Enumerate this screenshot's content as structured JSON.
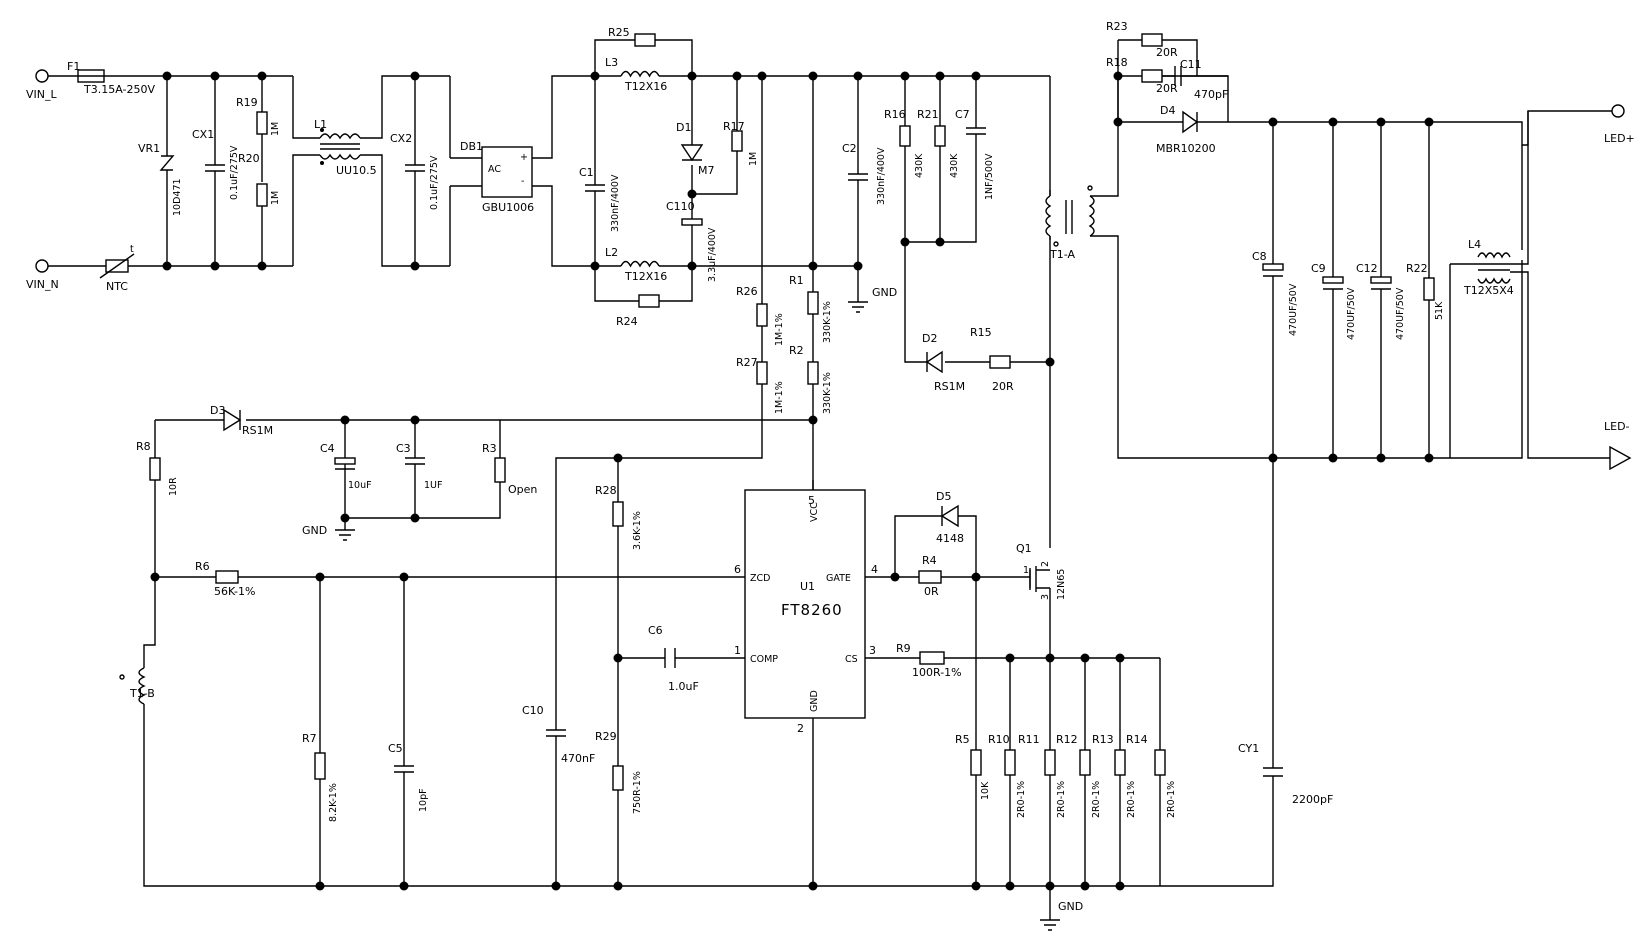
{
  "ports": {
    "vin_l": "VIN_L",
    "vin_n": "VIN_N",
    "led_plus": "LED+",
    "led_minus": "LED-"
  },
  "refs": {
    "F1": "F1",
    "VR1": "VR1",
    "CX1": "CX1",
    "R19": "R19",
    "R20": "R20",
    "L1": "L1",
    "CX2": "CX2",
    "DB1": "DB1",
    "R25": "R25",
    "L3": "L3",
    "C1": "C1",
    "D1": "D1",
    "R17": "R17",
    "C110": "C110",
    "L2": "L2",
    "R24": "R24",
    "C2": "C2",
    "R16": "R16",
    "R21": "R21",
    "C7": "C7",
    "R26": "R26",
    "R27": "R27",
    "R1": "R1",
    "R2": "R2",
    "D2": "D2",
    "R15": "R15",
    "T1A": "T1-A",
    "T1B": "T1-B",
    "R23": "R23",
    "R18": "R18",
    "C11": "C11",
    "D4": "D4",
    "C8": "C8",
    "C9": "C9",
    "C12": "C12",
    "R22": "R22",
    "L4": "L4",
    "CY1": "CY1",
    "D3": "D3",
    "R8": "R8",
    "C4": "C4",
    "C3": "C3",
    "R3": "R3",
    "R28": "R28",
    "R6": "R6",
    "C6": "C6",
    "C10": "C10",
    "R29": "R29",
    "R7": "R7",
    "C5": "C5",
    "U1": "U1",
    "D5": "D5",
    "R4": "R4",
    "Q1": "Q1",
    "R9": "R9",
    "R5": "R5",
    "R10": "R10",
    "R11": "R11",
    "R12": "R12",
    "R13": "R13",
    "R14": "R14"
  },
  "values": {
    "F1": "T3.15A-250V",
    "VR1": "10D471",
    "CX1": "0.1uF/275V",
    "R19": "1M",
    "R20": "1M",
    "NTC": "NTC",
    "L1": "UU10.5",
    "CX2": "0.1uF/275V",
    "DB1": "GBU1006",
    "DB1_ac": "AC",
    "DB1_plus": "+",
    "DB1_minus": "-",
    "L3": "T12X16",
    "C1": "330nF/400V",
    "D1": "M7",
    "R17": "1M",
    "C110": "3.3uF/400V",
    "L2": "T12X16",
    "C2": "330nF/400V",
    "R16": "430K",
    "R21": "430K",
    "C7": "1NF/500V",
    "R26": "1M-1%",
    "R27": "1M-1%",
    "R1": "330K-1%",
    "R2": "330K-1%",
    "D2": "RS1M",
    "R15": "20R",
    "R23": "20R",
    "R18": "20R",
    "C11": "470pF",
    "D4": "MBR10200",
    "C8": "470UF/50V",
    "C9": "470UF/50V",
    "C12": "470UF/50V",
    "R22": "51K",
    "L4": "T12X5X4",
    "CY1": "2200pF",
    "D3": "RS1M",
    "R8": "10R",
    "C4": "10uF",
    "C3": "1UF",
    "R3": "Open",
    "R28": "3.6K-1%",
    "R6": "56K-1%",
    "C6": "1.0uF",
    "C10": "470nF",
    "R29": "750R-1%",
    "R7": "8.2K-1%",
    "C5": "10pF",
    "D5": "4148",
    "R4": "0R",
    "Q1": "12N65",
    "R9": "100R-1%",
    "R5": "10K",
    "R10": "2R0-1%",
    "R11": "2R0-1%",
    "R12": "2R0-1%",
    "R13": "2R0-1%",
    "R14": "2R0-1%",
    "ntc_t": "t"
  },
  "ic": {
    "part": "FT8260",
    "pins": {
      "vcc": "VCC",
      "zcd": "ZCD",
      "gate": "GATE",
      "comp": "COMP",
      "cs": "CS",
      "gnd": "GND"
    },
    "pin_numbers": {
      "vcc": "5",
      "zcd": "6",
      "gate": "4",
      "comp": "1",
      "cs": "3",
      "gnd": "2"
    }
  },
  "q1_pins": {
    "g": "1",
    "d": "2",
    "s": "3"
  },
  "gnd_labels": [
    "GND",
    "GND",
    "GND"
  ]
}
